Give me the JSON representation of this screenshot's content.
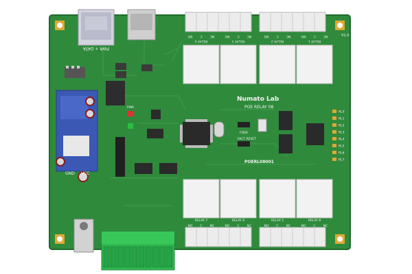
{
  "board": {
    "brand": "Numato Lab",
    "product": "POE RELAY 08",
    "part_number": "POERL08001",
    "version": "V1.0",
    "port_label": "PWR + DATA",
    "labels": {
      "gnd": "GND",
      "vcc": "VCC",
      "pwr": "PWR",
      "fdsr": "FDSR",
      "fact_reset": "FACT RESET"
    }
  },
  "relays_top": [
    {
      "label": "RELAY 4",
      "terms": [
        "NO",
        "C",
        "NC"
      ]
    },
    {
      "label": "RELAY 3",
      "terms": [
        "NO",
        "C",
        "NC"
      ]
    },
    {
      "label": "RELAY 2",
      "terms": [
        "NO",
        "C",
        "NC"
      ]
    },
    {
      "label": "RELAY 1",
      "terms": [
        "NO",
        "C",
        "NC"
      ]
    }
  ],
  "relays_bottom": [
    {
      "label": "RELAY 7",
      "terms": [
        "NO",
        "C",
        "NC"
      ]
    },
    {
      "label": "RELAY 6",
      "terms": [
        "NO",
        "C",
        "NC"
      ]
    },
    {
      "label": "RELAY 5",
      "terms": [
        "NO",
        "C",
        "NC"
      ]
    },
    {
      "label": "RELAY 8",
      "terms": [
        "NO",
        "C",
        "NC"
      ]
    }
  ],
  "indicator_leds": [
    "RL0",
    "RL1",
    "RL2",
    "RL3",
    "RL4",
    "RL5",
    "RL6",
    "RL7"
  ],
  "colors": {
    "pcb": "#2f8a3c",
    "pcb_edge": "#1f6a2b",
    "trace": "#3e9a4a",
    "relay": "#f2f2f2",
    "terminal": "#ececec",
    "gpio_connector": "#2fb84f",
    "pad": "#e0a832",
    "module": "#3b58b4"
  }
}
